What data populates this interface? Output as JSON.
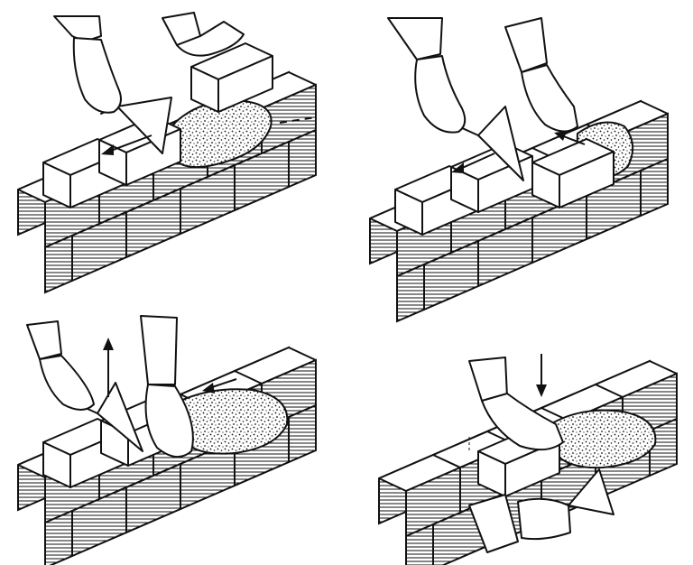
{
  "figure": {
    "panels": [
      {
        "id": "step-1",
        "action": "spread-mortar-with-trowel",
        "arrow": "left"
      },
      {
        "id": "step-2",
        "action": "press-brick-along-trowel",
        "arrow": "left"
      },
      {
        "id": "step-3",
        "action": "lift-trowel-and-press-brick",
        "arrow": "up"
      },
      {
        "id": "step-4",
        "action": "tap-brick-into-place",
        "arrow": "down"
      }
    ],
    "colors": {
      "ink": "#111111",
      "paper": "#ffffff"
    }
  }
}
